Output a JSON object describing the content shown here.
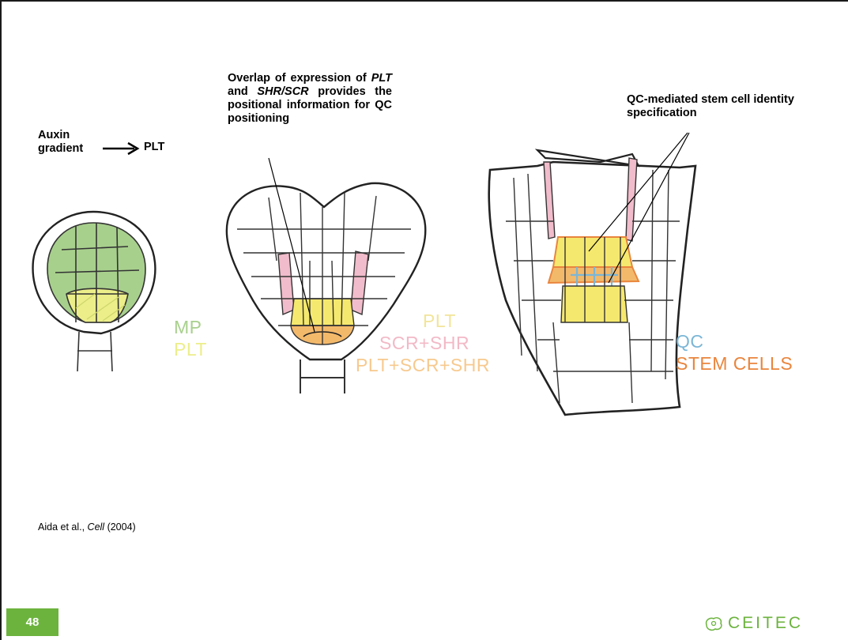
{
  "annotations": {
    "auxin": "Auxin gradient",
    "plt": "PLT",
    "overlap_parts": [
      "Overlap of expression of ",
      "PLT",
      " and ",
      "SHR/SCR",
      " provides the positional information for QC positioning"
    ],
    "qc_mediated": "QC-mediated stem cell identity specification"
  },
  "legend1": [
    {
      "label": "MP",
      "color": "#a8d08d"
    },
    {
      "label": "PLT",
      "color": "#ecee8a"
    }
  ],
  "legend2": [
    {
      "label": "PLT",
      "color": "#f2e59a"
    },
    {
      "label": "SCR+SHR",
      "color": "#f2b9c6"
    },
    {
      "label": "PLT+SCR+SHR",
      "color": "#f7c98e"
    }
  ],
  "legend3": [
    {
      "label": "QC",
      "color": "#7bb6d6"
    },
    {
      "label": "STEM CELLS",
      "color": "#e9853d"
    }
  ],
  "citation": {
    "authors": "Aida et al., ",
    "journal": "Cell",
    "year": " (2004)"
  },
  "page_number": "48",
  "logo_text": "CEITEC",
  "colors": {
    "accent_green": "#6cb33e",
    "mp_green": "#a8d08d",
    "plt_yellow": "#f5e86e",
    "scr_pink": "#f1bccb",
    "qc_blue": "#7bb6d6",
    "stem_orange": "#e9853d"
  }
}
